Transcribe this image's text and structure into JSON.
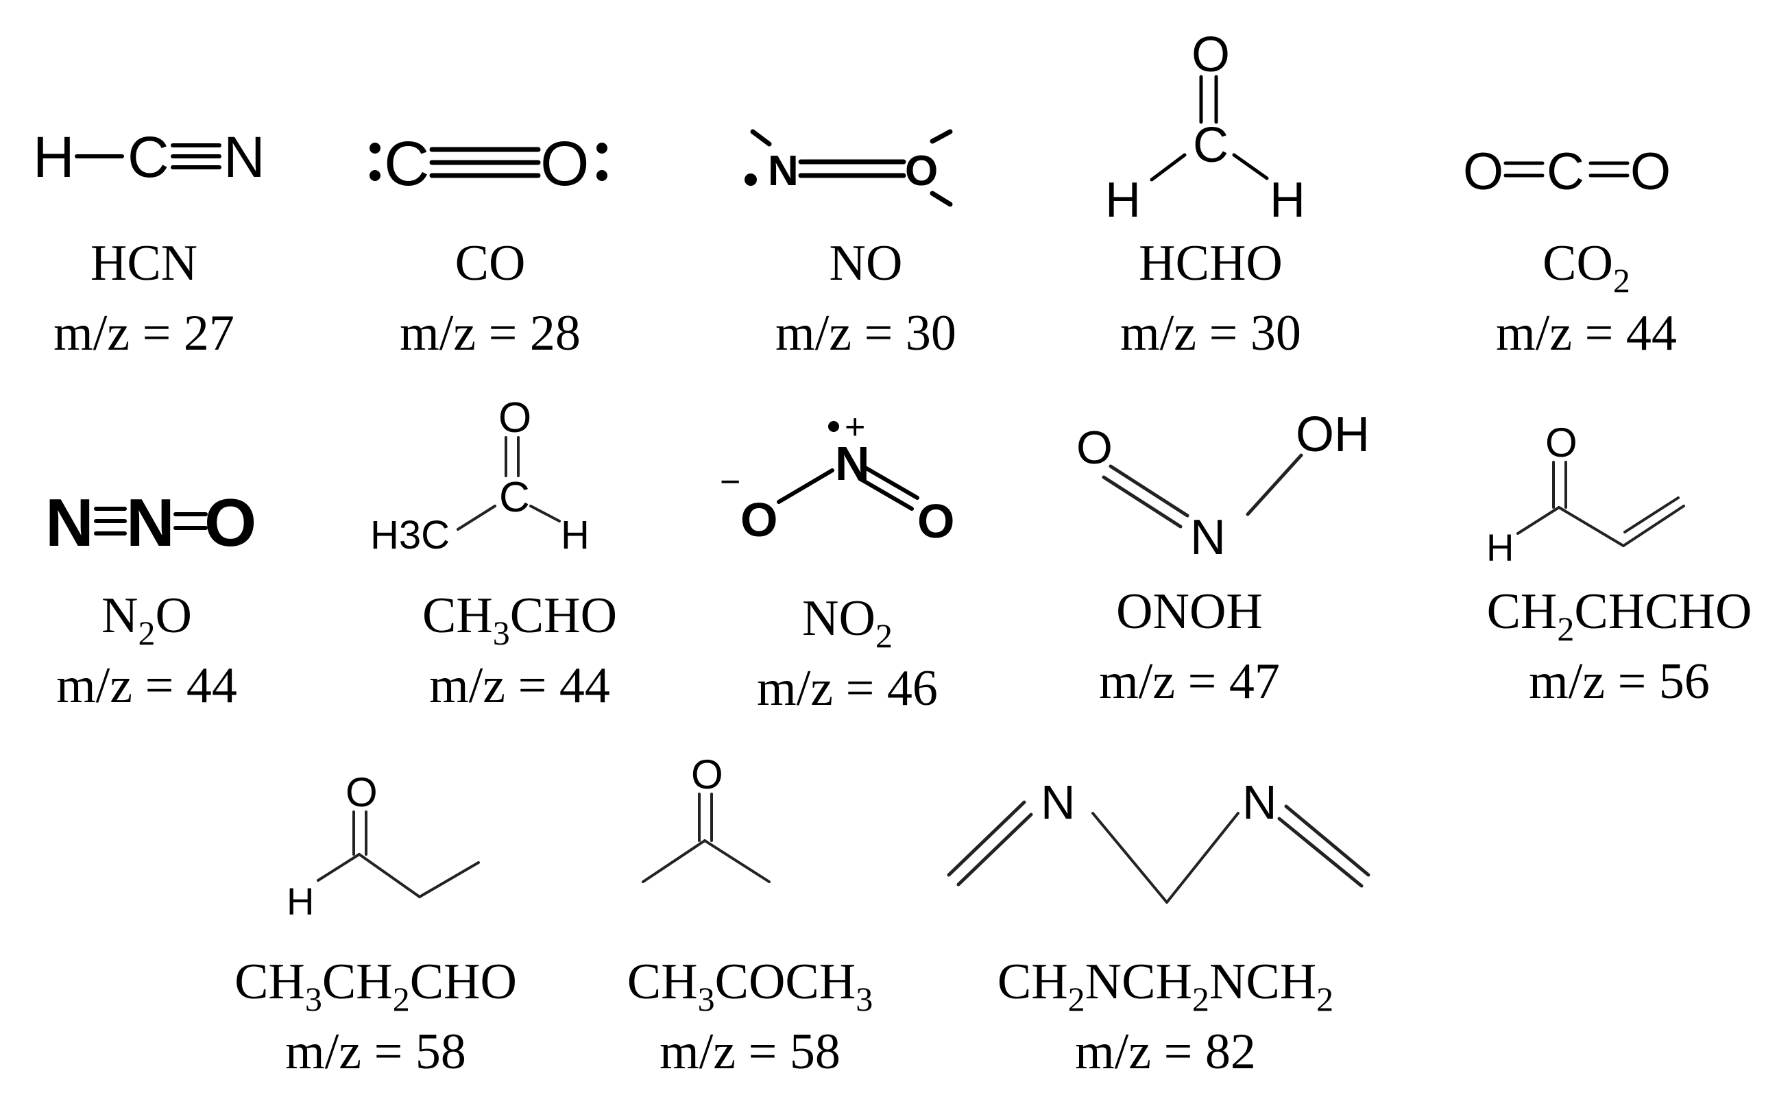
{
  "figure": {
    "molecules": [
      {
        "id": "hcn",
        "formula": "HCN",
        "formula_sub": "",
        "formula_tail": "",
        "mz": "m/z = 27",
        "atoms": [
          "H",
          "C",
          "N"
        ]
      },
      {
        "id": "co",
        "formula": "CO",
        "formula_sub": "",
        "formula_tail": "",
        "mz": "m/z = 28",
        "atoms": [
          "C",
          "O"
        ]
      },
      {
        "id": "no",
        "formula": "NO",
        "formula_sub": "",
        "formula_tail": "",
        "mz": "m/z = 30",
        "atoms": [
          "N",
          "O"
        ]
      },
      {
        "id": "hcho",
        "formula": "HCHO",
        "formula_sub": "",
        "formula_tail": "",
        "mz": "m/z = 30",
        "atoms": [
          "O",
          "C",
          "H",
          "H"
        ]
      },
      {
        "id": "co2",
        "formula": "CO",
        "formula_sub": "2",
        "formula_tail": "",
        "mz": "m/z = 44",
        "atoms": [
          "O",
          "C",
          "O"
        ]
      },
      {
        "id": "n2o",
        "formula": "N",
        "formula_sub": "2",
        "formula_tail": "O",
        "mz": "m/z = 44",
        "atoms": [
          "N",
          "N",
          "O"
        ]
      },
      {
        "id": "ch3cho",
        "formula": "CH",
        "formula_sub": "3",
        "formula_tail": "CHO",
        "mz": "m/z = 44",
        "atoms": [
          "O",
          "C",
          "H3C",
          "H"
        ]
      },
      {
        "id": "no2",
        "formula": "NO",
        "formula_sub": "2",
        "formula_tail": "",
        "mz": "m/z = 46",
        "atoms": [
          "N",
          "O",
          "O",
          "+",
          "−"
        ]
      },
      {
        "id": "onoh",
        "formula": "ONOH",
        "formula_sub": "",
        "formula_tail": "",
        "mz": "m/z = 47",
        "atoms": [
          "O",
          "N",
          "OH"
        ]
      },
      {
        "id": "ch2chcho",
        "formula": "CH",
        "formula_sub": "2",
        "formula_tail": "CHCHO",
        "mz": "m/z = 56",
        "atoms": [
          "O",
          "H"
        ]
      },
      {
        "id": "ch3ch2cho",
        "formula": "CH",
        "formula_sub": "3",
        "formula_mid": "CH",
        "formula_sub2": "2",
        "formula_tail": "CHO",
        "mz": "m/z = 58",
        "atoms": [
          "O",
          "H"
        ]
      },
      {
        "id": "ch3coch3",
        "formula": "CH",
        "formula_sub": "3",
        "formula_mid": "COCH",
        "formula_sub2": "3",
        "formula_tail": "",
        "mz": "m/z = 58",
        "atoms": [
          "O"
        ]
      },
      {
        "id": "ch2nch2nch2",
        "formula": "CH",
        "formula_sub": "2",
        "formula_mid": "NCH",
        "formula_sub2": "2",
        "formula_mid2": "NCH",
        "formula_sub3": "2",
        "formula_tail": "",
        "mz": "m/z = 82",
        "atoms": [
          "N",
          "N"
        ]
      }
    ]
  }
}
